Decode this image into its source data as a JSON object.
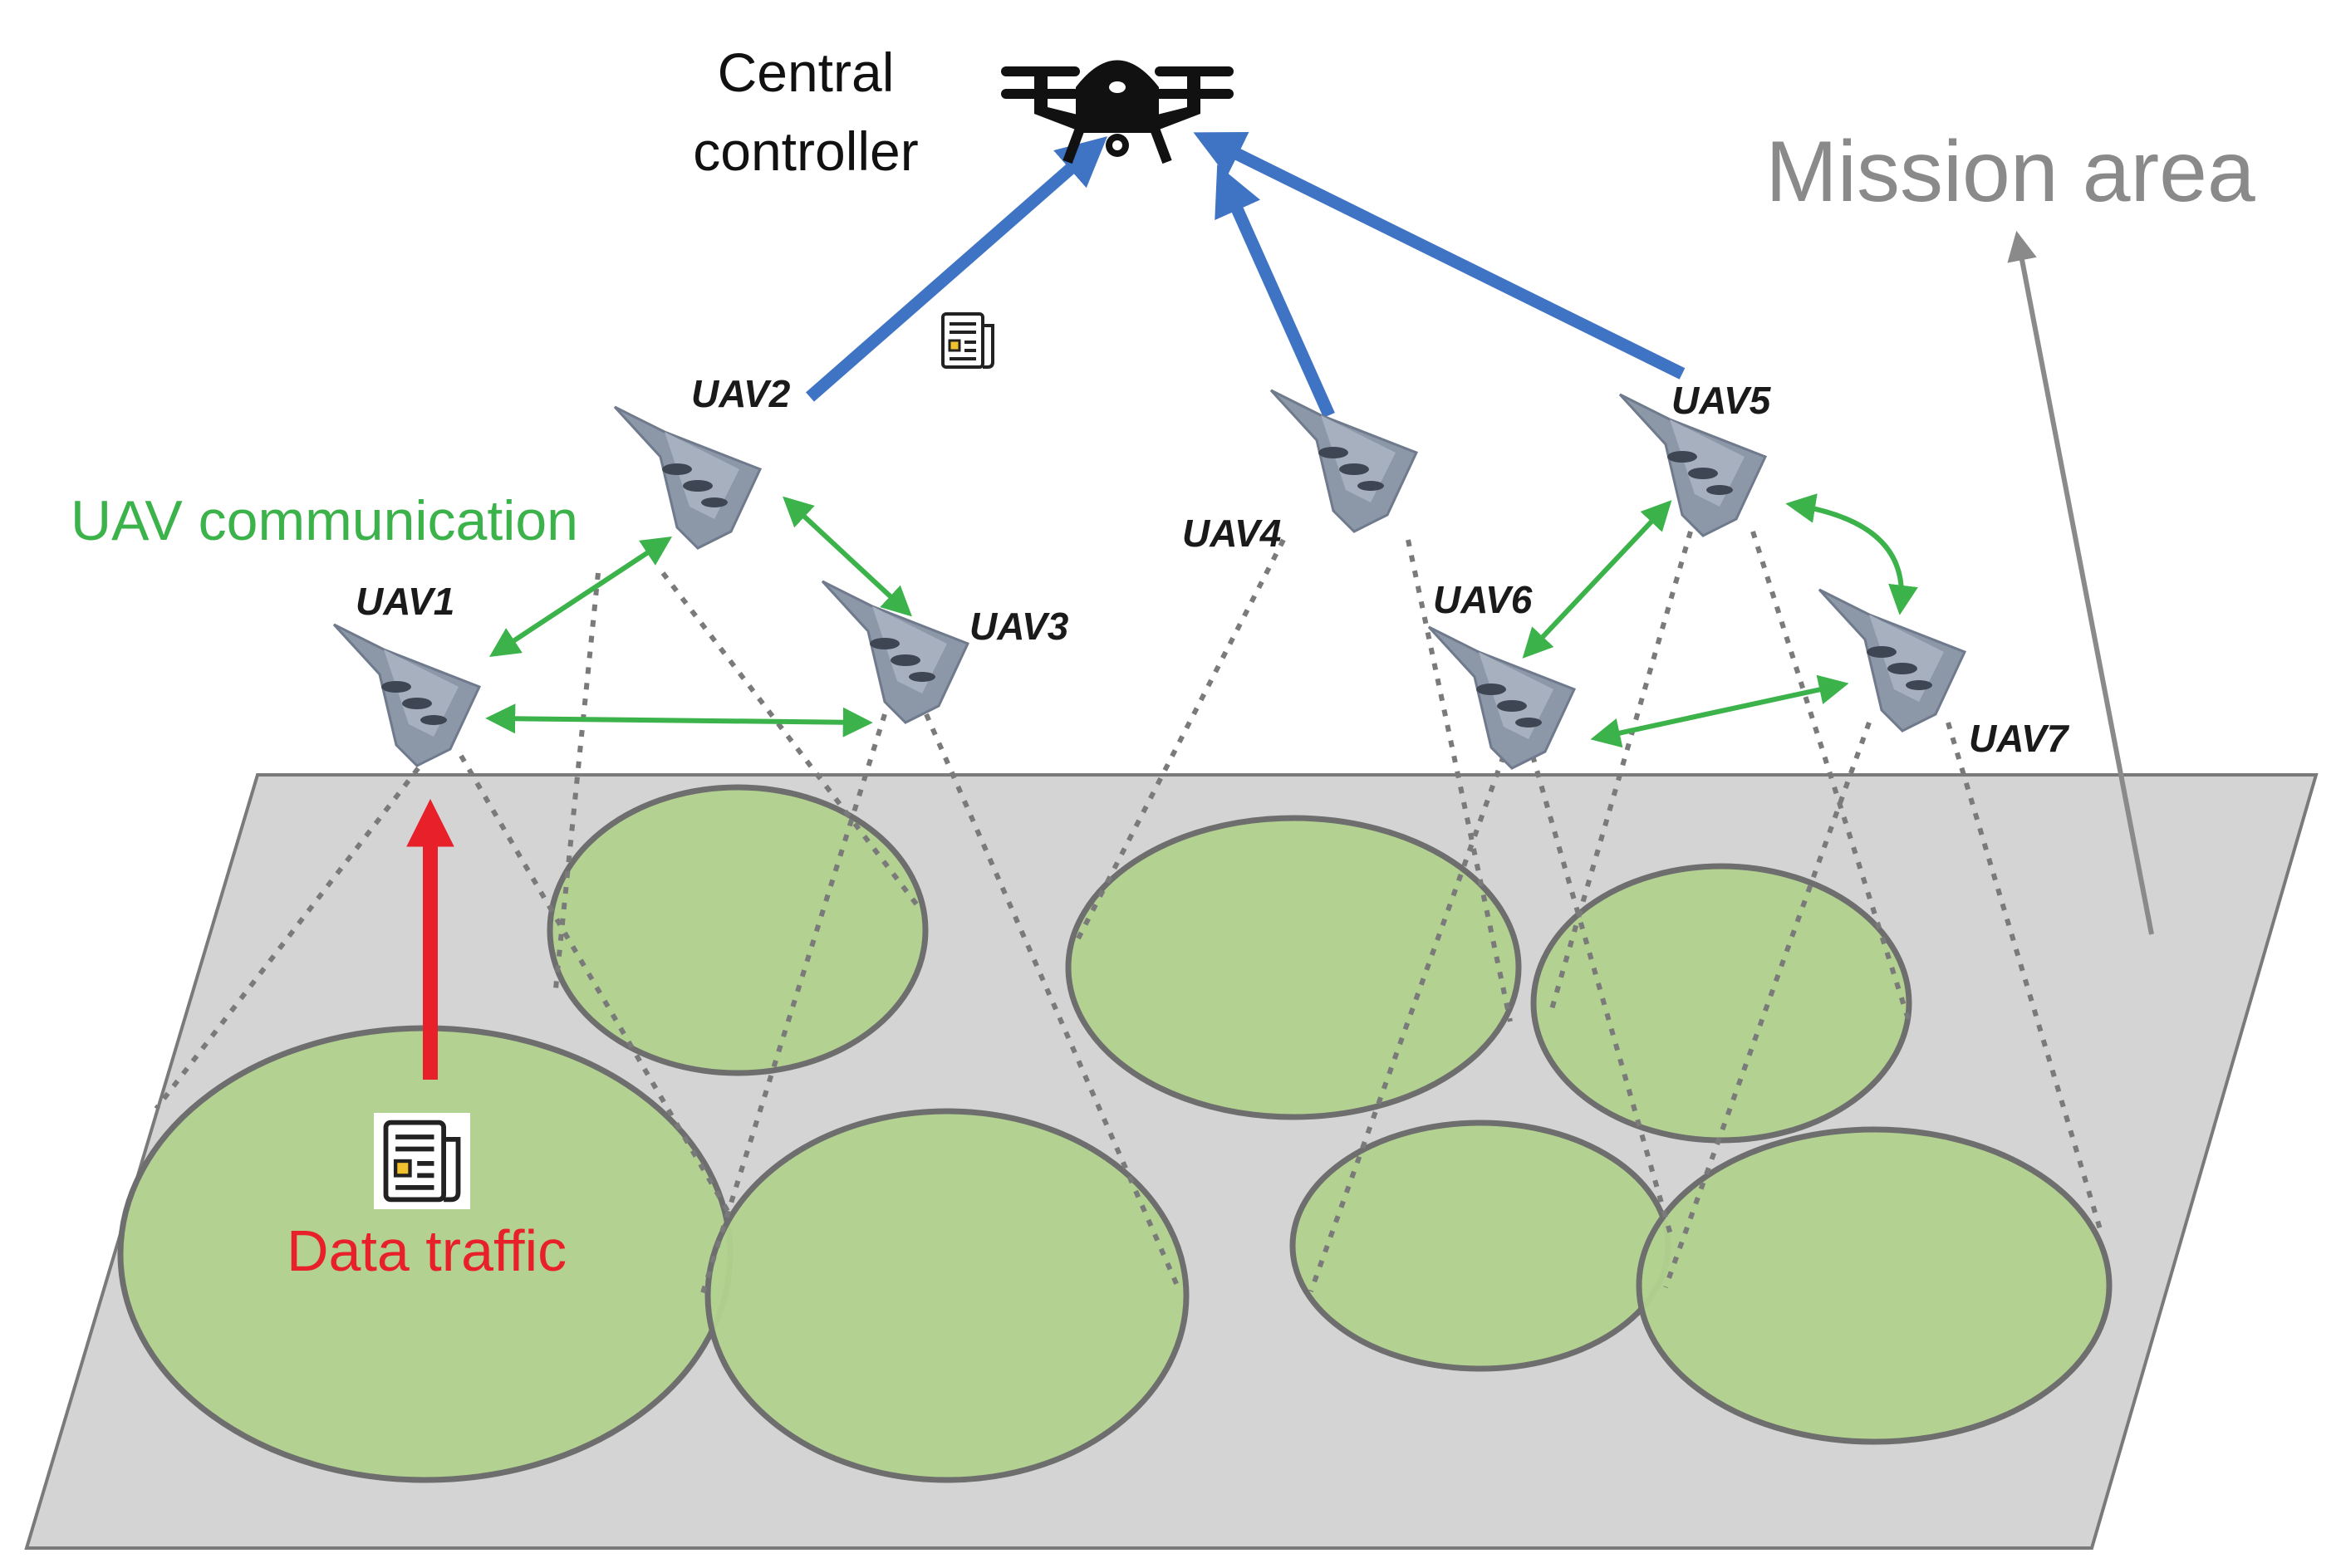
{
  "labels": {
    "central_controller_line1": "Central",
    "central_controller_line2": "controller",
    "mission_area": "Mission area",
    "uav_communication": "UAV communication",
    "data_traffic": "Data traffic"
  },
  "uavs": [
    {
      "id": "uav1",
      "label": "UAV1"
    },
    {
      "id": "uav2",
      "label": "UAV2"
    },
    {
      "id": "uav3",
      "label": "UAV3"
    },
    {
      "id": "uav4",
      "label": "UAV4"
    },
    {
      "id": "uav5",
      "label": "UAV5"
    },
    {
      "id": "uav6",
      "label": "UAV6"
    },
    {
      "id": "uav7",
      "label": "UAV7"
    }
  ],
  "colors": {
    "mission_plane": "#d4d4d4",
    "coverage_fill": "#b2d28f",
    "coverage_stroke": "#6e6e6e",
    "uplink": "#3f73c4",
    "uav_link": "#3cb24a",
    "data_traffic": "#e8202a",
    "dotted_projection": "#7a7a7a",
    "uav_body": "#8c97a8"
  },
  "icons": {
    "controller": "drone-icon",
    "uav": "stealth-uav-icon",
    "data_packet": "newspaper-icon"
  }
}
